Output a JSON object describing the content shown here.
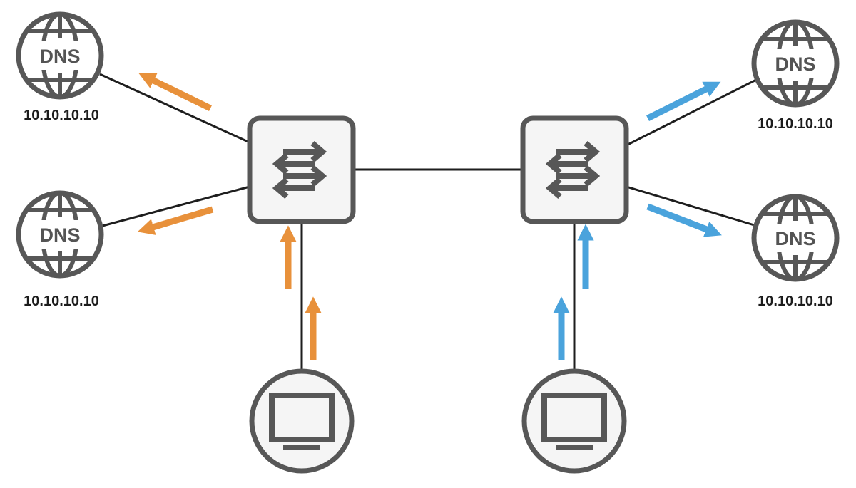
{
  "colors": {
    "stroke": "#575757",
    "node_fill": "#f5f5f5",
    "link": "#1e1e1e",
    "left_flow": "#e8913b",
    "right_flow": "#4aa3dc"
  },
  "icons": {
    "server": "globe-icon",
    "switch": "bidirectional-arrows-icon",
    "client": "monitor-icon"
  },
  "dns_servers": [
    {
      "id": "dns-top-left",
      "label": "DNS",
      "ip": "10.10.10.10"
    },
    {
      "id": "dns-bottom-left",
      "label": "DNS",
      "ip": "10.10.10.10"
    },
    {
      "id": "dns-top-right",
      "label": "DNS",
      "ip": "10.10.10.10"
    },
    {
      "id": "dns-bottom-right",
      "label": "DNS",
      "ip": "10.10.10.10"
    }
  ],
  "switches": [
    {
      "id": "switch-left"
    },
    {
      "id": "switch-right"
    }
  ],
  "clients": [
    {
      "id": "client-left"
    },
    {
      "id": "client-right"
    }
  ],
  "links": [
    {
      "from": "dns-top-left",
      "to": "switch-left"
    },
    {
      "from": "dns-bottom-left",
      "to": "switch-left"
    },
    {
      "from": "switch-left",
      "to": "switch-right"
    },
    {
      "from": "switch-right",
      "to": "dns-top-right"
    },
    {
      "from": "switch-right",
      "to": "dns-bottom-right"
    },
    {
      "from": "client-left",
      "to": "switch-left"
    },
    {
      "from": "client-right",
      "to": "switch-right"
    }
  ],
  "flows": [
    {
      "color": "left_flow",
      "from": "client-left",
      "to": "switch-left"
    },
    {
      "color": "left_flow",
      "from": "switch-left",
      "to": "dns-top-left"
    },
    {
      "color": "left_flow",
      "from": "switch-left",
      "to": "dns-bottom-left"
    },
    {
      "color": "right_flow",
      "from": "client-right",
      "to": "switch-right"
    },
    {
      "color": "right_flow",
      "from": "switch-right",
      "to": "dns-top-right"
    },
    {
      "color": "right_flow",
      "from": "switch-right",
      "to": "dns-bottom-right"
    }
  ]
}
